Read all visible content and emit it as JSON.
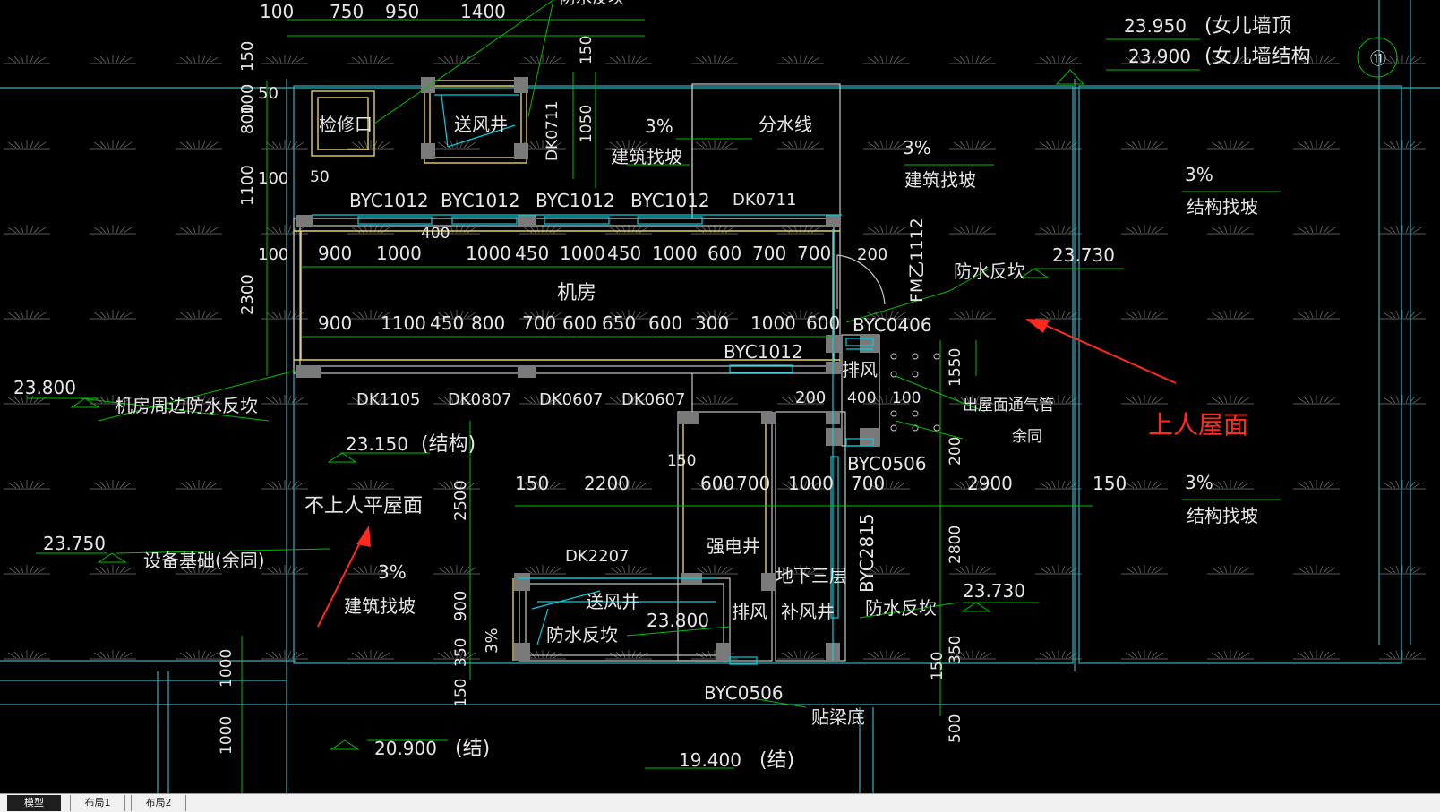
{
  "drawing": {
    "colors": {
      "background": "#000000",
      "wall": "#c8c8c8",
      "axis": "#30b0c0",
      "dim": "#00c000",
      "text": "#e6e6e6",
      "yellow": "#e8d060",
      "cyan": "#00d0e0",
      "annotation": "#ff2a1e",
      "hatch": "#5a5a5a"
    },
    "top_dims": [
      "100",
      "750",
      "950",
      "1400"
    ],
    "cut_text": "防水反坎",
    "parapet": {
      "top": "23.950",
      "top_note": "(女儿墙顶",
      "struct": "23.900",
      "struct_note": "(女儿墙结构"
    },
    "room_labels": {
      "hatch": "检修口",
      "air_shaft_top": "送风井",
      "machine_room": "机房",
      "air_shaft_bottom": "送风井",
      "elec_shaft": "强电井",
      "exhaust": "排风",
      "exhaust2": "排风",
      "basement": "地下三层",
      "supply_shaft": "补风井"
    },
    "slope_3pct": "3%",
    "slope_arch": "建筑找坡",
    "slope_struct": "结构找坡",
    "division_line": "分水线",
    "windows_top": [
      "BYC1012",
      "BYC1012",
      "BYC1012",
      "BYC1012"
    ],
    "dk0711": "DK0711",
    "mr_dims_row1": [
      "900",
      "1000",
      "1000",
      "450",
      "1000",
      "450",
      "1000",
      "600",
      "700",
      "700"
    ],
    "mr_dims_row2": [
      "900",
      "1100",
      "450",
      "800",
      "700",
      "600",
      "650",
      "600",
      "300",
      "1000",
      "600"
    ],
    "dim_400": "400",
    "dim_200": "200",
    "fm": "FM乙1112",
    "waterproof": "防水反坎",
    "elev_23730": "23.730",
    "byc0406": "BYC0406",
    "byc1012": "BYC1012",
    "byc0506": "BYC0506",
    "byc2815": "BYC2815",
    "dk_row": [
      "DK1105",
      "DK0807",
      "DK0607",
      "DK0607"
    ],
    "dk2207": "DK2207",
    "elev_23800": "23.800",
    "mr_waterproof": "机房周边防水反坎",
    "elev_23150": "23.150",
    "struct_paren": "(结构)",
    "not_accessible": "不上人平屋面",
    "elev_23750": "23.750",
    "equip_base": "设备基础(余同)",
    "vent_pipe": "出屋面通气管",
    "vent_pipe_2": "余同",
    "accessible_roof": "上人屋面",
    "left_dims": [
      "150",
      "100",
      "50",
      "800",
      "100",
      "1100",
      "100",
      "2300"
    ],
    "mid_dims": [
      "150",
      "2200",
      "600",
      "700",
      "1000",
      "700",
      "2900",
      "150"
    ],
    "vert_dims": [
      "1050",
      "150",
      "2500",
      "900",
      "350",
      "150",
      "1550",
      "200",
      "2800",
      "350",
      "150",
      "1000",
      "1000",
      "500",
      "50",
      "400",
      "100"
    ],
    "beam_bottom": "贴梁底",
    "elev_20900": "20.900",
    "elev_19400": "19.400",
    "struct_short": "(结)",
    "grid_bubble": "⑪"
  },
  "tabs": [
    {
      "label": "模型",
      "active": true
    },
    {
      "label": "布局1",
      "active": false
    },
    {
      "label": "布局2",
      "active": false
    }
  ]
}
